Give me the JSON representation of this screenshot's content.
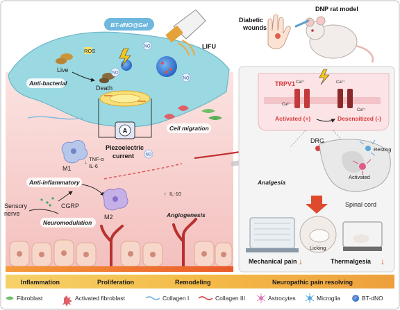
{
  "header": {
    "hydrogel_badge": "BT-dNO@Gel",
    "lifu": "LIFU",
    "model_title": "DNP rat model",
    "wounds": "Diabetic\nwounds"
  },
  "wound_panel": {
    "live": "Live",
    "ros": "ROS",
    "death": "Death",
    "no1": "NO",
    "no2": "NO",
    "no3": "NO",
    "no4": "NO",
    "anti_bacterial": "Anti-bacterial",
    "cell_migration": "Cell migration",
    "ammeter": "A",
    "piezo_line1": "Piezoelectric",
    "piezo_line2": "current",
    "tnf": "TNF-α",
    "il6": "IL-6",
    "m1": "M1",
    "anti_inflammatory": "Anti-inflammatory",
    "cgrp": "CGRP",
    "m2": "M2",
    "il10": "IL-10",
    "sensory_nerve": "Sensory\nnerve",
    "neuromodulation": "Neuromodulation",
    "angiogenesis": "Angiogenesis"
  },
  "neuro_panel": {
    "trpv1": "TRPV1",
    "ca1": "Ca²⁺",
    "ca2": "Ca²⁺",
    "ca3": "Ca²⁺",
    "ca4": "Ca²⁺",
    "activated": "Activated (+)",
    "desensitized": "Desensitized (-)",
    "drg": "DRG",
    "resting": "Resting",
    "activated_glia": "Activated",
    "analgesia": "Analgesia",
    "spinal_cord": "Spinal cord",
    "licking": "Licking",
    "mechanical_pain": "Mechanical pain",
    "thermalgesia": "Thermalgesia"
  },
  "stages": [
    "Inflammation",
    "Proliferation",
    "Remodeling",
    "Neuropathic pain resolving"
  ],
  "legend": [
    {
      "label": "Fibroblast",
      "icon": "fibroblast-icon"
    },
    {
      "label": "Activated fibroblast",
      "icon": "activated-fibroblast-icon"
    },
    {
      "label": "Collagen I",
      "icon": "collagen-i-icon"
    },
    {
      "label": "Collagen III",
      "icon": "collagen-iii-icon"
    },
    {
      "label": "Astrocytes",
      "icon": "astrocyte-icon"
    },
    {
      "label": "Microglia",
      "icon": "microglia-icon"
    },
    {
      "label": "BT-dNO",
      "icon": "bt-dno-icon"
    }
  ],
  "colors": {
    "hydrogel": "#8fd3dd",
    "tissue": "#f6c7c4",
    "stage_bar": "#f4c64a",
    "stage_text": "#1a1a1a",
    "arrow_red": "#e0452b"
  }
}
